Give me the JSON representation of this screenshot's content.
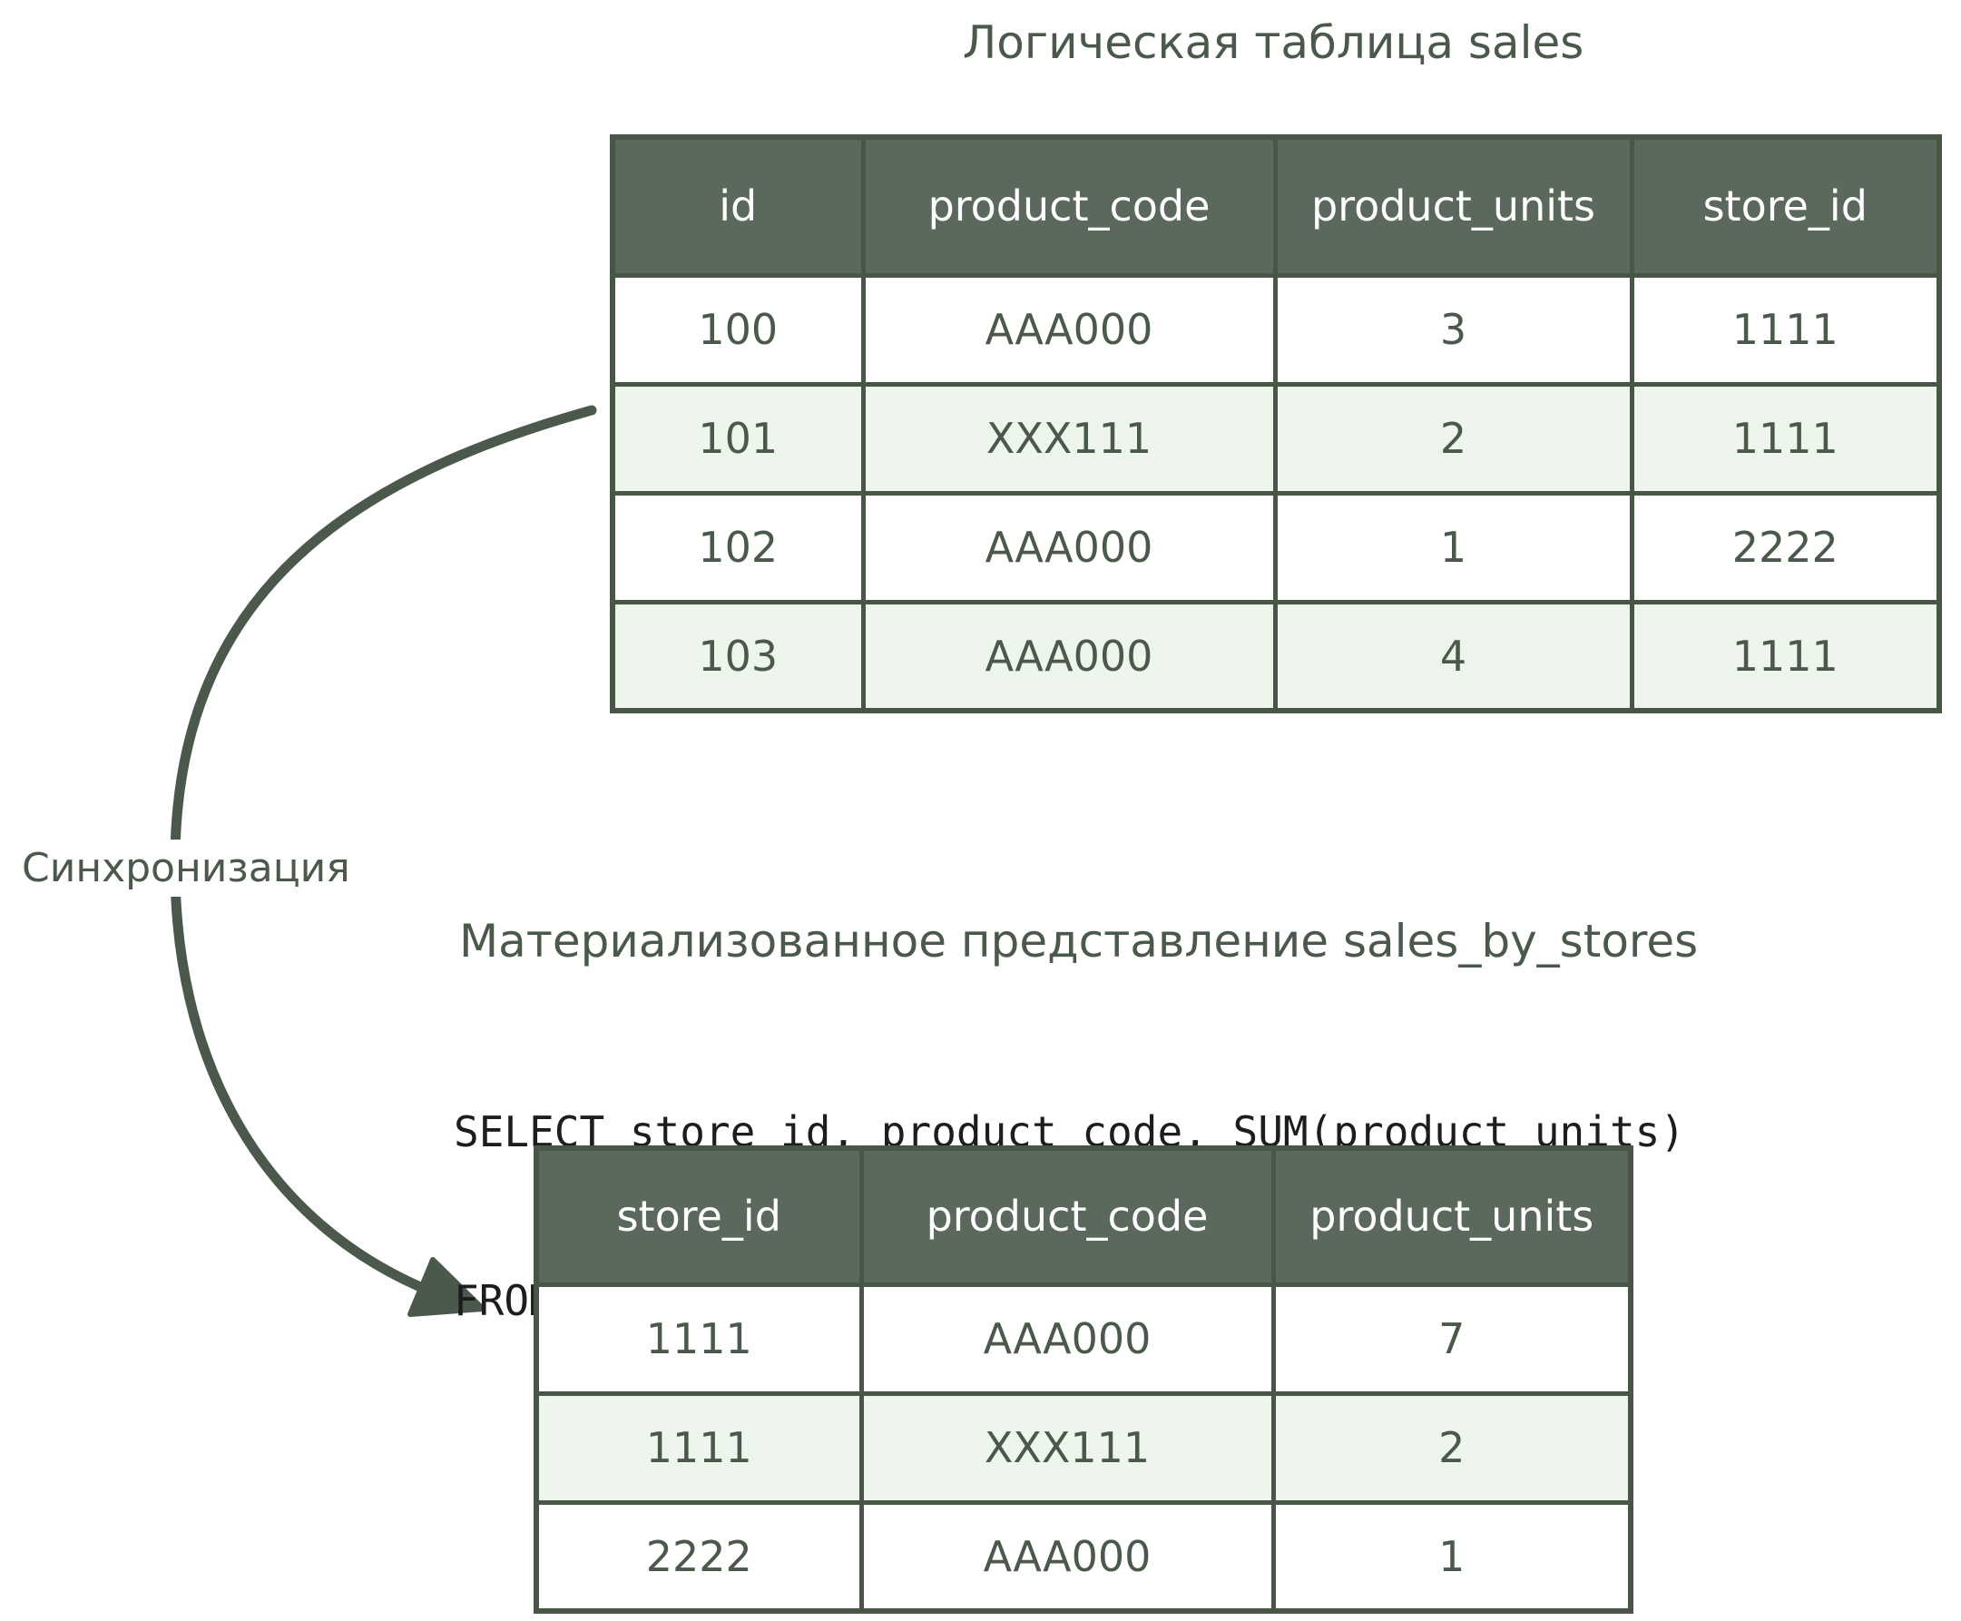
{
  "sync_label": "Синхронизация",
  "top_table": {
    "title": "Логическая таблица sales",
    "headers": [
      "id",
      "product_code",
      "product_units",
      "store_id"
    ],
    "rows": [
      [
        "100",
        "AAA000",
        "3",
        "1111"
      ],
      [
        "101",
        "XXX111",
        "2",
        "1111"
      ],
      [
        "102",
        "AAA000",
        "1",
        "2222"
      ],
      [
        "103",
        "AAA000",
        "4",
        "1111"
      ]
    ]
  },
  "bottom_table": {
    "title": "Материализованное представление sales_by_stores",
    "sql_line1": "SELECT store_id, product_code, SUM(product_units)",
    "sql_line2": "FROM sales GROUP BY store_id, product_code",
    "headers": [
      "store_id",
      "product_code",
      "product_units"
    ],
    "rows": [
      [
        "1111",
        "AAA000",
        "7"
      ],
      [
        "1111",
        "XXX111",
        "2"
      ],
      [
        "2222",
        "AAA000",
        "1"
      ]
    ]
  },
  "colors": {
    "header_bg": "#5a695c",
    "border": "#475645",
    "row_alt_bg": "#eef5ec",
    "text": "#4a594b",
    "sql_text": "#1d1d1d",
    "arrow": "#4a594b"
  }
}
